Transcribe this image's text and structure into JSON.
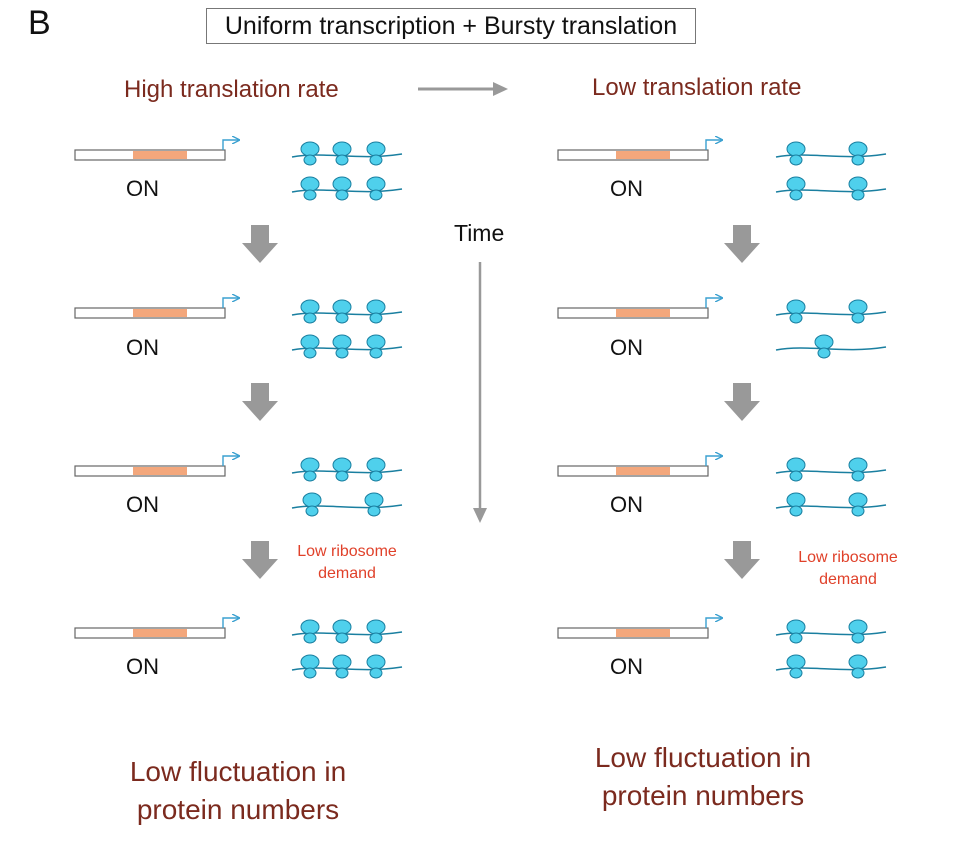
{
  "figure": {
    "panel_label": "B",
    "title": "Uniform transcription + Bursty translation",
    "time_label": "Time",
    "colors": {
      "heading": "#7b2a1e",
      "note": "#e0412a",
      "ribosome": "#4fd0ec",
      "ribosome_stroke": "#1a7fa0",
      "mrna": "#1a7fa0",
      "gene_segment": "#f3a77c",
      "promoter_arrow": "#3aa0d0",
      "gray_arrow": "#999999"
    },
    "columns": [
      {
        "heading": "High translation rate",
        "rows": [
          {
            "state": "ON",
            "ribosomes_strand1": 3,
            "ribosomes_strand2": 3
          },
          {
            "state": "ON",
            "ribosomes_strand1": 3,
            "ribosomes_strand2": 3
          },
          {
            "state": "ON",
            "ribosomes_strand1": 3,
            "ribosomes_strand2": 2
          },
          {
            "state": "ON",
            "ribosomes_strand1": 3,
            "ribosomes_strand2": 3
          }
        ],
        "note": "Low ribosome demand",
        "conclusion": "Low fluctuation in protein numbers"
      },
      {
        "heading": "Low translation rate",
        "rows": [
          {
            "state": "ON",
            "ribosomes_strand1": 2,
            "ribosomes_strand2": 2
          },
          {
            "state": "ON",
            "ribosomes_strand1": 2,
            "ribosomes_strand2": 1
          },
          {
            "state": "ON",
            "ribosomes_strand1": 2,
            "ribosomes_strand2": 2
          },
          {
            "state": "ON",
            "ribosomes_strand1": 2,
            "ribosomes_strand2": 2
          }
        ],
        "note": "Low ribosome demand",
        "conclusion": "Low fluctuation in protein numbers"
      }
    ]
  }
}
